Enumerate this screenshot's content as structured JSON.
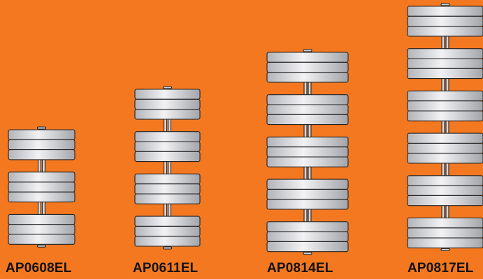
{
  "radiators": [
    {
      "model": "AP0608EL",
      "groups": 3
    },
    {
      "model": "AP0611EL",
      "groups": 4
    },
    {
      "model": "AP0814EL",
      "groups": 5
    },
    {
      "model": "AP0817EL",
      "groups": 6
    }
  ],
  "colors": {
    "background": "#f37820",
    "bar_light": "#f4f4f6",
    "bar_dark": "#a9abb0",
    "outline": "#222222",
    "label": "#111111"
  }
}
